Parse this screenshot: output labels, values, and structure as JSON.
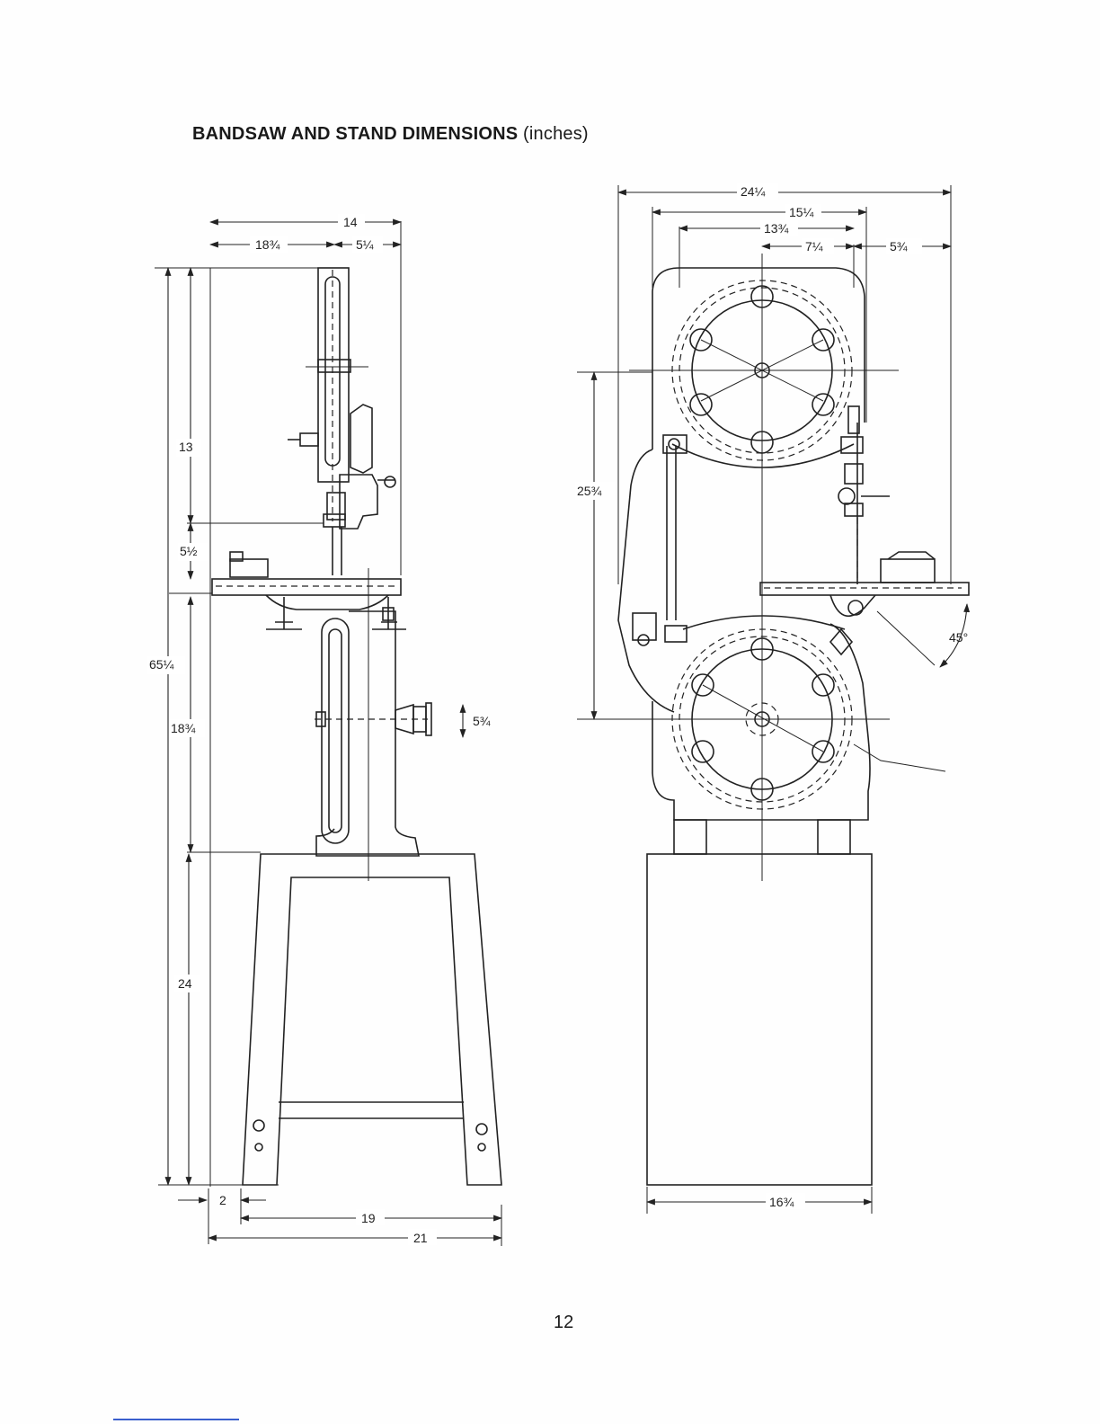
{
  "document": {
    "title": "BANDSAW AND STAND DIMENSIONS",
    "title_unit": "(inches)",
    "page_number": "12"
  },
  "side_view": {
    "dims": {
      "top_overall": "14",
      "top_left": "18¾",
      "top_right": "5¼",
      "upper_height": "13",
      "guide_height": "5½",
      "overall_height": "65¼",
      "lower_height": "18¾",
      "stand_height": "24",
      "pulley": "5¾",
      "base_offset": "2",
      "base_inner": "19",
      "base_outer": "21"
    }
  },
  "front_view": {
    "dims": {
      "overall_width": "24¼",
      "wheel_span": "15¼",
      "wheel_to_blade": "13¾",
      "blade_to_guide": "7¼",
      "guide_to_edge": "5¾",
      "wheel_centers": "25¾",
      "tilt_angle": "45°",
      "stand_width": "16¾"
    }
  }
}
